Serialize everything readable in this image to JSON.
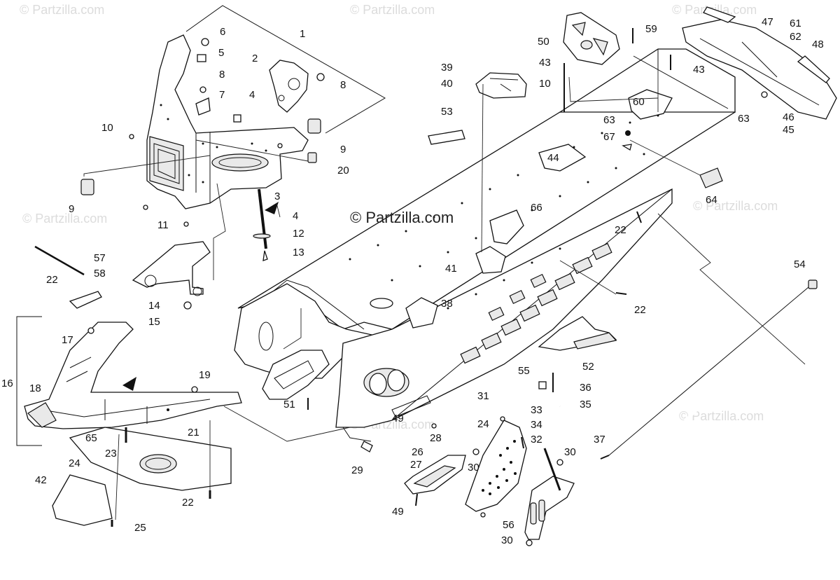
{
  "watermark": "© Partzilla.com",
  "brand": "© Partzilla.com",
  "labels": [
    {
      "id": "1",
      "t": "1"
    },
    {
      "id": "2",
      "t": "2"
    },
    {
      "id": "3",
      "t": "3"
    },
    {
      "id": "4a",
      "t": "4"
    },
    {
      "id": "4b",
      "t": "4"
    },
    {
      "id": "5",
      "t": "5"
    },
    {
      "id": "6",
      "t": "6"
    },
    {
      "id": "7",
      "t": "7"
    },
    {
      "id": "8a",
      "t": "8"
    },
    {
      "id": "8b",
      "t": "8"
    },
    {
      "id": "9a",
      "t": "9"
    },
    {
      "id": "9b",
      "t": "9"
    },
    {
      "id": "10a",
      "t": "10"
    },
    {
      "id": "10b",
      "t": "10"
    },
    {
      "id": "11",
      "t": "11"
    },
    {
      "id": "12",
      "t": "12"
    },
    {
      "id": "13",
      "t": "13"
    },
    {
      "id": "14",
      "t": "14"
    },
    {
      "id": "15",
      "t": "15"
    },
    {
      "id": "16",
      "t": "16"
    },
    {
      "id": "17",
      "t": "17"
    },
    {
      "id": "18",
      "t": "18"
    },
    {
      "id": "19",
      "t": "19"
    },
    {
      "id": "20",
      "t": "20"
    },
    {
      "id": "21",
      "t": "21"
    },
    {
      "id": "22a",
      "t": "22"
    },
    {
      "id": "22b",
      "t": "22"
    },
    {
      "id": "22c",
      "t": "22"
    },
    {
      "id": "22d",
      "t": "22"
    },
    {
      "id": "23",
      "t": "23"
    },
    {
      "id": "24a",
      "t": "24"
    },
    {
      "id": "24b",
      "t": "24"
    },
    {
      "id": "25",
      "t": "25"
    },
    {
      "id": "26",
      "t": "26"
    },
    {
      "id": "27",
      "t": "27"
    },
    {
      "id": "28",
      "t": "28"
    },
    {
      "id": "29",
      "t": "29"
    },
    {
      "id": "30a",
      "t": "30"
    },
    {
      "id": "30b",
      "t": "30"
    },
    {
      "id": "30c",
      "t": "30"
    },
    {
      "id": "31",
      "t": "31"
    },
    {
      "id": "32",
      "t": "32"
    },
    {
      "id": "33",
      "t": "33"
    },
    {
      "id": "34",
      "t": "34"
    },
    {
      "id": "35",
      "t": "35"
    },
    {
      "id": "36",
      "t": "36"
    },
    {
      "id": "37",
      "t": "37"
    },
    {
      "id": "38",
      "t": "38"
    },
    {
      "id": "39",
      "t": "39"
    },
    {
      "id": "40",
      "t": "40"
    },
    {
      "id": "41",
      "t": "41"
    },
    {
      "id": "42",
      "t": "42"
    },
    {
      "id": "43a",
      "t": "43"
    },
    {
      "id": "43b",
      "t": "43"
    },
    {
      "id": "44",
      "t": "44"
    },
    {
      "id": "45",
      "t": "45"
    },
    {
      "id": "46",
      "t": "46"
    },
    {
      "id": "47",
      "t": "47"
    },
    {
      "id": "48",
      "t": "48"
    },
    {
      "id": "49a",
      "t": "49"
    },
    {
      "id": "49b",
      "t": "49"
    },
    {
      "id": "50",
      "t": "50"
    },
    {
      "id": "51",
      "t": "51"
    },
    {
      "id": "52",
      "t": "52"
    },
    {
      "id": "53",
      "t": "53"
    },
    {
      "id": "54",
      "t": "54"
    },
    {
      "id": "55",
      "t": "55"
    },
    {
      "id": "56",
      "t": "56"
    },
    {
      "id": "57",
      "t": "57"
    },
    {
      "id": "58",
      "t": "58"
    },
    {
      "id": "59",
      "t": "59"
    },
    {
      "id": "60",
      "t": "60"
    },
    {
      "id": "61",
      "t": "61"
    },
    {
      "id": "62",
      "t": "62"
    },
    {
      "id": "63a",
      "t": "63"
    },
    {
      "id": "63b",
      "t": "63"
    },
    {
      "id": "64",
      "t": "64"
    },
    {
      "id": "65",
      "t": "65"
    },
    {
      "id": "66",
      "t": "66"
    },
    {
      "id": "67",
      "t": "67"
    }
  ]
}
